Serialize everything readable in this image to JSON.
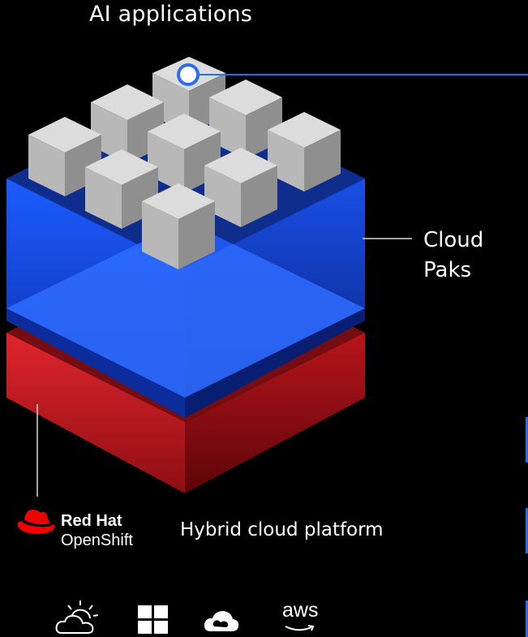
{
  "title": "AI applications",
  "cloud_paks_label": [
    "Cloud",
    "Paks"
  ],
  "platform_label": "Hybrid cloud platform",
  "openshift_logo": {
    "line1": "Red Hat",
    "line2": "OpenShift"
  },
  "providers": [
    {
      "icon": "ibm-cloud-icon"
    },
    {
      "icon": "windows-icon"
    },
    {
      "icon": "google-cloud-icon"
    },
    {
      "icon": "aws-icon",
      "text": "aws"
    }
  ],
  "colors": {
    "background": "#000000",
    "app_block": "#c8c8c8",
    "cloud_paks_layer": "#1b4fe0",
    "platform_layer": "#c4161c",
    "callout_line": "#2a6cf0",
    "openshift_red": "#ee0000"
  }
}
